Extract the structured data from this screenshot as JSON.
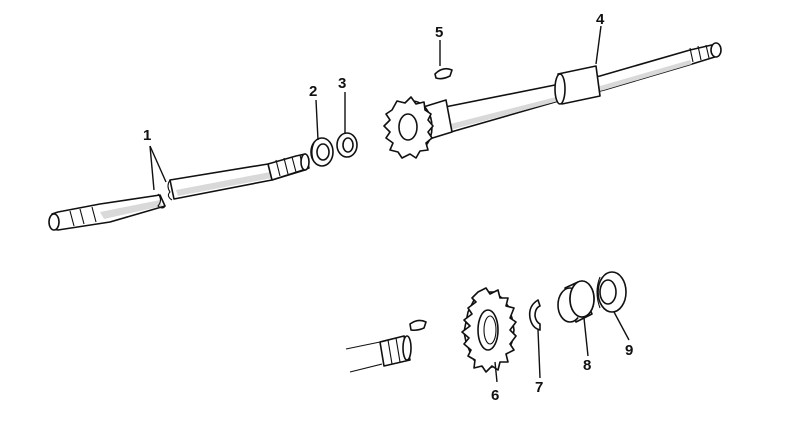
{
  "diagram": {
    "callouts": [
      {
        "id": "1",
        "label": "1"
      },
      {
        "id": "2",
        "label": "2"
      },
      {
        "id": "3",
        "label": "3"
      },
      {
        "id": "4",
        "label": "4"
      },
      {
        "id": "5",
        "label": "5"
      },
      {
        "id": "6",
        "label": "6"
      },
      {
        "id": "7",
        "label": "7"
      },
      {
        "id": "8",
        "label": "8"
      },
      {
        "id": "9",
        "label": "9"
      }
    ],
    "colors": {
      "line": "#111111",
      "background": "#ffffff",
      "shade": "#d9d9d9"
    }
  }
}
